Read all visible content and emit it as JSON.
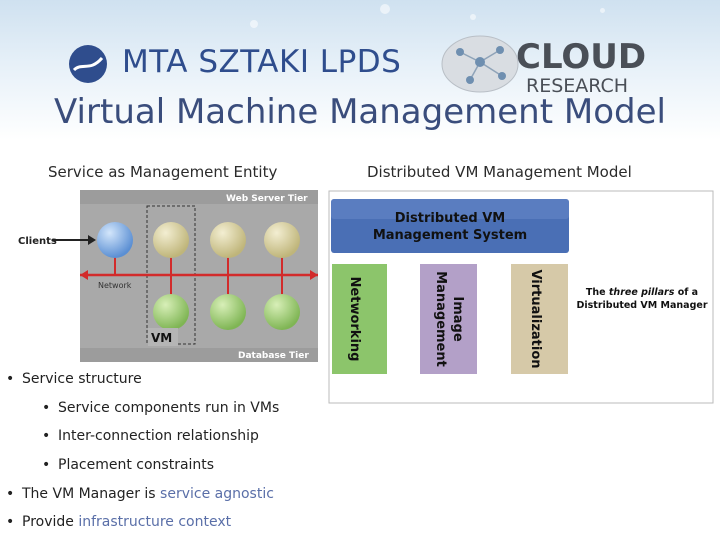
{
  "header": {
    "org_logo_text": "MTA SZTAKI LPDS",
    "cloud_logo_top": "CLOUD",
    "cloud_logo_bottom": "RESEARCH",
    "title": "Virtual Machine Management Model"
  },
  "left_panel": {
    "subtitle": "Service as Management Entity",
    "labels": {
      "web_tier": "Web Server Tier",
      "db_tier": "Database Tier",
      "clients": "Clients",
      "network": "Network",
      "vm": "VM"
    }
  },
  "right_panel": {
    "subtitle": "Distributed VM Management Model",
    "system_line1": "Distributed VM",
    "system_line2": "Management System",
    "pillars": [
      {
        "label": "Networking"
      },
      {
        "label_line1": "Image",
        "label_line2": "Management"
      },
      {
        "label": "Virtualization"
      }
    ],
    "caption_line1_a": "The ",
    "caption_line1_em": "three pillars",
    "caption_line1_b": " of a",
    "caption_line2": "Distributed VM Manager"
  },
  "bullets": [
    {
      "level": 1,
      "text": "Service structure"
    },
    {
      "level": 2,
      "text": "Service components run in VMs"
    },
    {
      "level": 2,
      "text": "Inter-connection relationship"
    },
    {
      "level": 2,
      "text": "Placement constraints"
    },
    {
      "level": 1,
      "text": "The VM Manager is ",
      "highlight": "service agnostic"
    },
    {
      "level": 1,
      "text": "Provide ",
      "highlight": "infrastructure context"
    }
  ],
  "colors": {
    "title": "#3a4d7c",
    "logo": "#2f4d8d",
    "system_box": "#4a6fb5",
    "pillar_green": "#8cc56b",
    "pillar_purple": "#b3a0c8",
    "pillar_tan": "#d6c9a8",
    "highlight": "#5a6fa8"
  }
}
